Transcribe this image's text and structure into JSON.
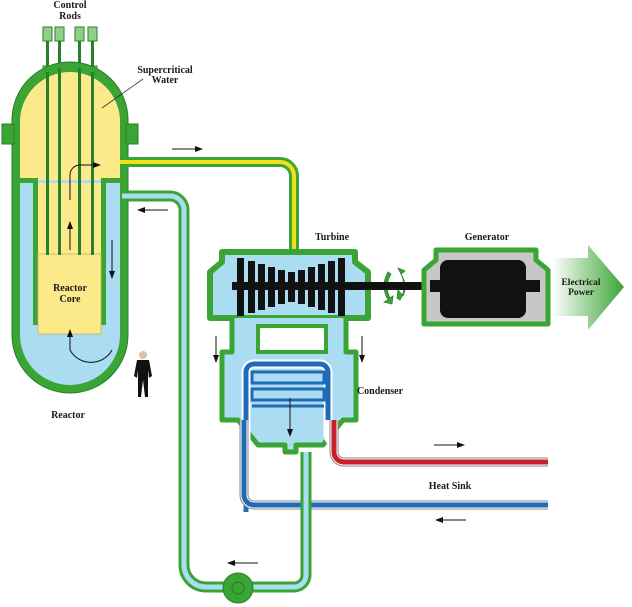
{
  "diagram": {
    "title": "Supercritical Water-Cooled Reactor",
    "labels": {
      "control_rods_line1": "Control",
      "control_rods_line2": "Rods",
      "supercritical_line1": "Supercritical",
      "supercritical_line2": "Water",
      "reactor_core_line1": "Reactor",
      "reactor_core_line2": "Core",
      "reactor": "Reactor",
      "turbine": "Turbine",
      "generator": "Generator",
      "electrical_line1": "Electrical",
      "electrical_line2": "Power",
      "condenser": "Condenser",
      "heat_sink": "Heat Sink"
    },
    "colors": {
      "vessel_green": "#3aa535",
      "vessel_green_dark": "#2a7f2a",
      "hot_water_yellow": "#fbe98a",
      "steam_yellow": "#f2e11a",
      "cool_water_blue": "#aadcf2",
      "cold_pipe_blue": "#1f6bb8",
      "hot_pipe_red": "#c8202c",
      "generator_gray": "#c7c7c7",
      "black": "#111111"
    }
  }
}
